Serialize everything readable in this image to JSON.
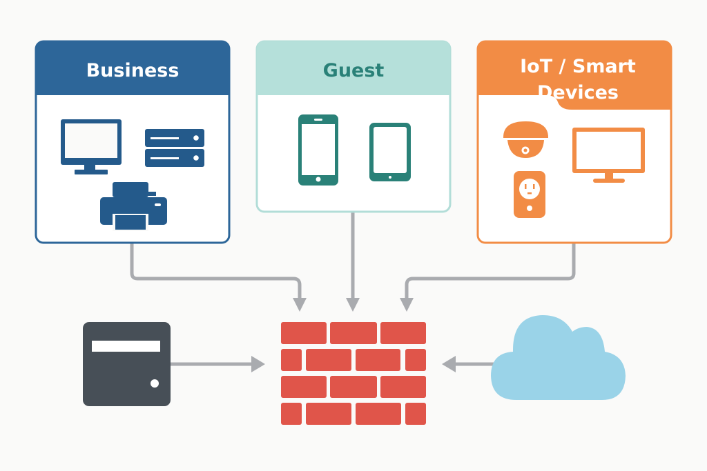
{
  "title": "Network Segmentation Diagram",
  "colors": {
    "business": "#2d6699",
    "business_icon": "#245a8b",
    "guest_header": "#b5e0da",
    "guest_border": "#b2ddd8",
    "guest_text": "#2a8178",
    "iot": "#f28c45",
    "connector": "#a9abaf",
    "firewall": "#e0554a",
    "server": "#474f57",
    "cloud": "#9ad3e8",
    "background": "#fafaf9"
  },
  "zones": [
    {
      "id": "business",
      "title": "Business",
      "devices": [
        {
          "name": "desktop-monitor",
          "icon": "monitor-icon"
        },
        {
          "name": "server-rack",
          "icon": "server-rack-icon"
        },
        {
          "name": "printer",
          "icon": "printer-icon"
        }
      ]
    },
    {
      "id": "guest",
      "title": "Guest",
      "devices": [
        {
          "name": "smartphone",
          "icon": "smartphone-icon"
        },
        {
          "name": "tablet",
          "icon": "tablet-icon"
        }
      ]
    },
    {
      "id": "iot",
      "title_line1": "IoT / Smart",
      "title_line2": "Devices",
      "devices": [
        {
          "name": "security-camera",
          "icon": "dome-camera-icon"
        },
        {
          "name": "smart-tv",
          "icon": "tv-icon"
        },
        {
          "name": "smart-plug",
          "icon": "smart-plug-icon"
        }
      ]
    }
  ],
  "center": {
    "name": "firewall",
    "icon": "brick-wall-icon"
  },
  "left_node": {
    "name": "server",
    "icon": "server-icon"
  },
  "right_node": {
    "name": "internet",
    "icon": "cloud-icon"
  }
}
